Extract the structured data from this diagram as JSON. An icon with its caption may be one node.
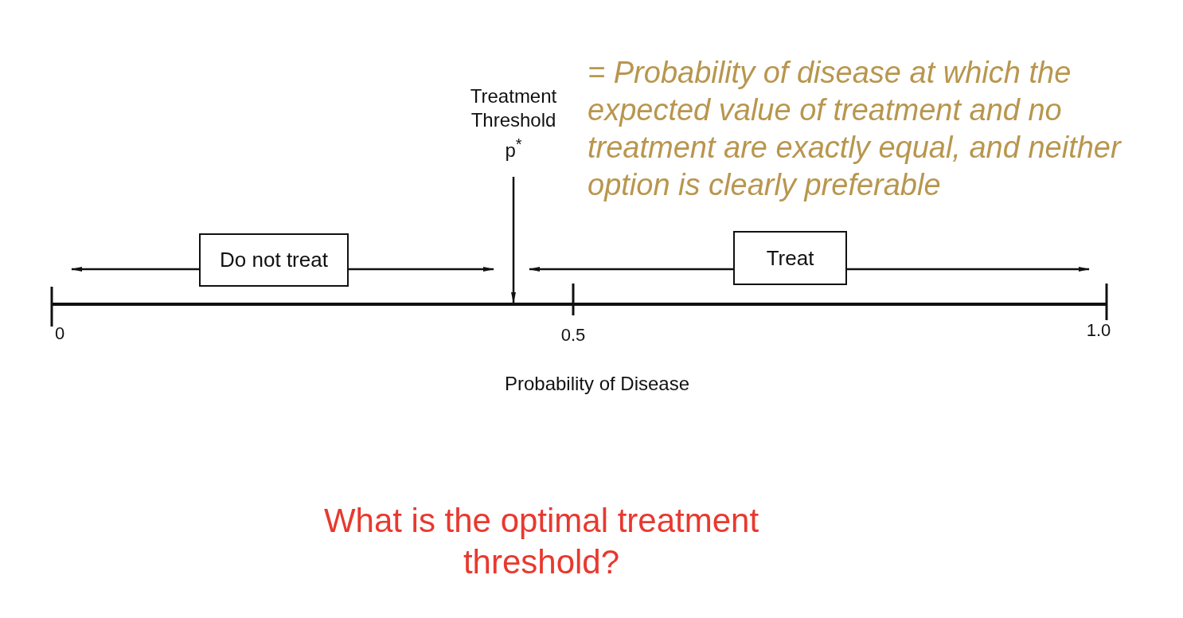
{
  "diagram": {
    "caption": "What is the optimal treatment threshold?",
    "nodes": [
      {
        "text": [
          "Treatment Threshold",
          "p$^{*}$"
        ]
      },
      {
        "text": [
          "Do not treat"
        ]
      },
      {
        "text": [
          "Treat"
        ]
      }
    ],
    "edges": [
      {
        "from": 0,
        "to": null,
        "arrow": "to"
      },
      {
        "from": 1,
        "to": null,
        "arrow": "to"
      },
      {
        "from": 1,
        "to": null,
        "arrow": "to"
      },
      {
        "from": 2,
        "to": null,
        "arrow": "to"
      },
      {
        "from": 2,
        "to": null,
        "arrow": "to"
      }
    ],
    "labels": [
      "= Probability of disease at which the expected value of treatment and no treatment are exactly equal, and neither option is clearly preferable",
      "0",
      "0.5",
      "1.0",
      "Probability of Disease"
    ]
  }
}
